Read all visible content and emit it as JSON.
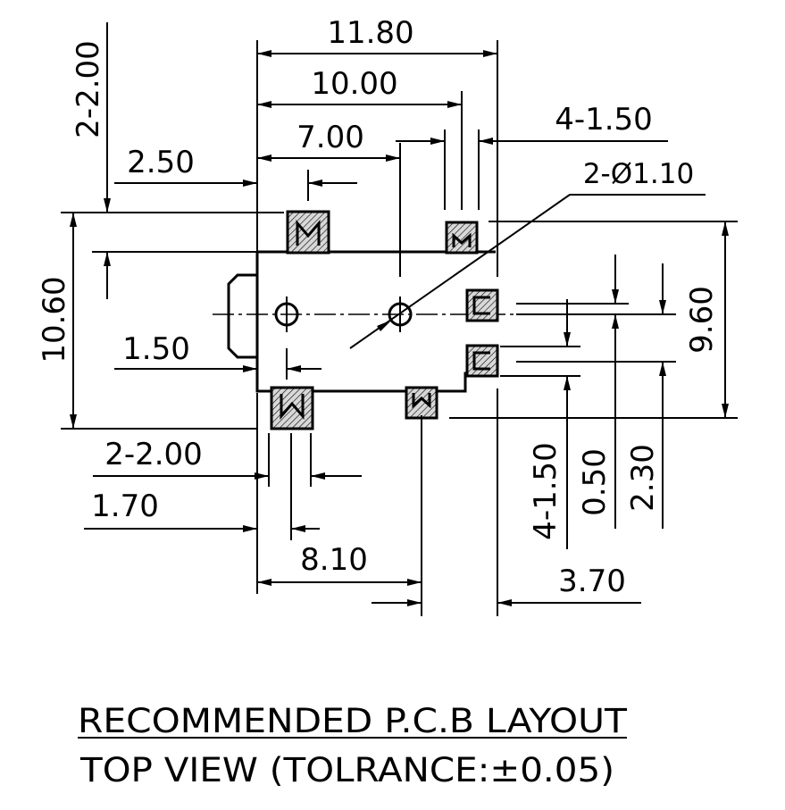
{
  "dimensions": {
    "d_11_80": "11.80",
    "d_10_00": "10.00",
    "d_7_00": "7.00",
    "d_2_50": "2.50",
    "d_2x2_00_top": "2-2.00",
    "d_4x1_50_top": "4-1.50",
    "d_2xdia_1_10": "2-Ø1.10",
    "d_10_60": "10.60",
    "d_9_60": "9.60",
    "d_1_50": "1.50",
    "d_2x2_00_bottom": "2-2.00",
    "d_1_70": "1.70",
    "d_8_10": "8.10",
    "d_3_70": "3.70",
    "d_4x1_50_side": "4-1.50",
    "d_0_50": "0.50",
    "d_2_30": "2.30"
  },
  "caption": {
    "line1": "RECOMMENDED P.C.B LAYOUT",
    "line2": "TOP VIEW (TOLRANCE:±0.05)"
  }
}
